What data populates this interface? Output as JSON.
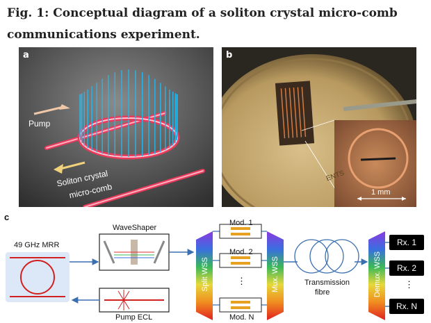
{
  "title": "Fig. 1: Conceptual diagram of a soliton crystal micro-comb communications experiment.",
  "panel_a": {
    "letter": "a",
    "pump_label": "Pump",
    "output_label_1": "Soliton crystal",
    "output_label_2": "micro-comb"
  },
  "panel_b": {
    "letter": "b",
    "coin_text": "ENTS",
    "scale_label": "1 mm"
  },
  "panel_c": {
    "letter": "c",
    "mrr_label": "49 GHz MRR",
    "waveshaper_label": "WaveShaper",
    "pump_ecl_label": "Pump ECL",
    "split_wss_label": "Split WSS",
    "mod_labels": [
      "Mod. 1",
      "Mod. 2",
      "Mod. N"
    ],
    "mod_ellipsis": "⋮",
    "mux_wss_label": "Mux. WSS",
    "transmission_label_1": "Transmission",
    "transmission_label_2": "fibre",
    "demux_wss_label": "Demux. WSS",
    "rx_labels": [
      "Rx. 1",
      "Rx. 2",
      "Rx. N"
    ],
    "rx_ellipsis": "⋮"
  }
}
